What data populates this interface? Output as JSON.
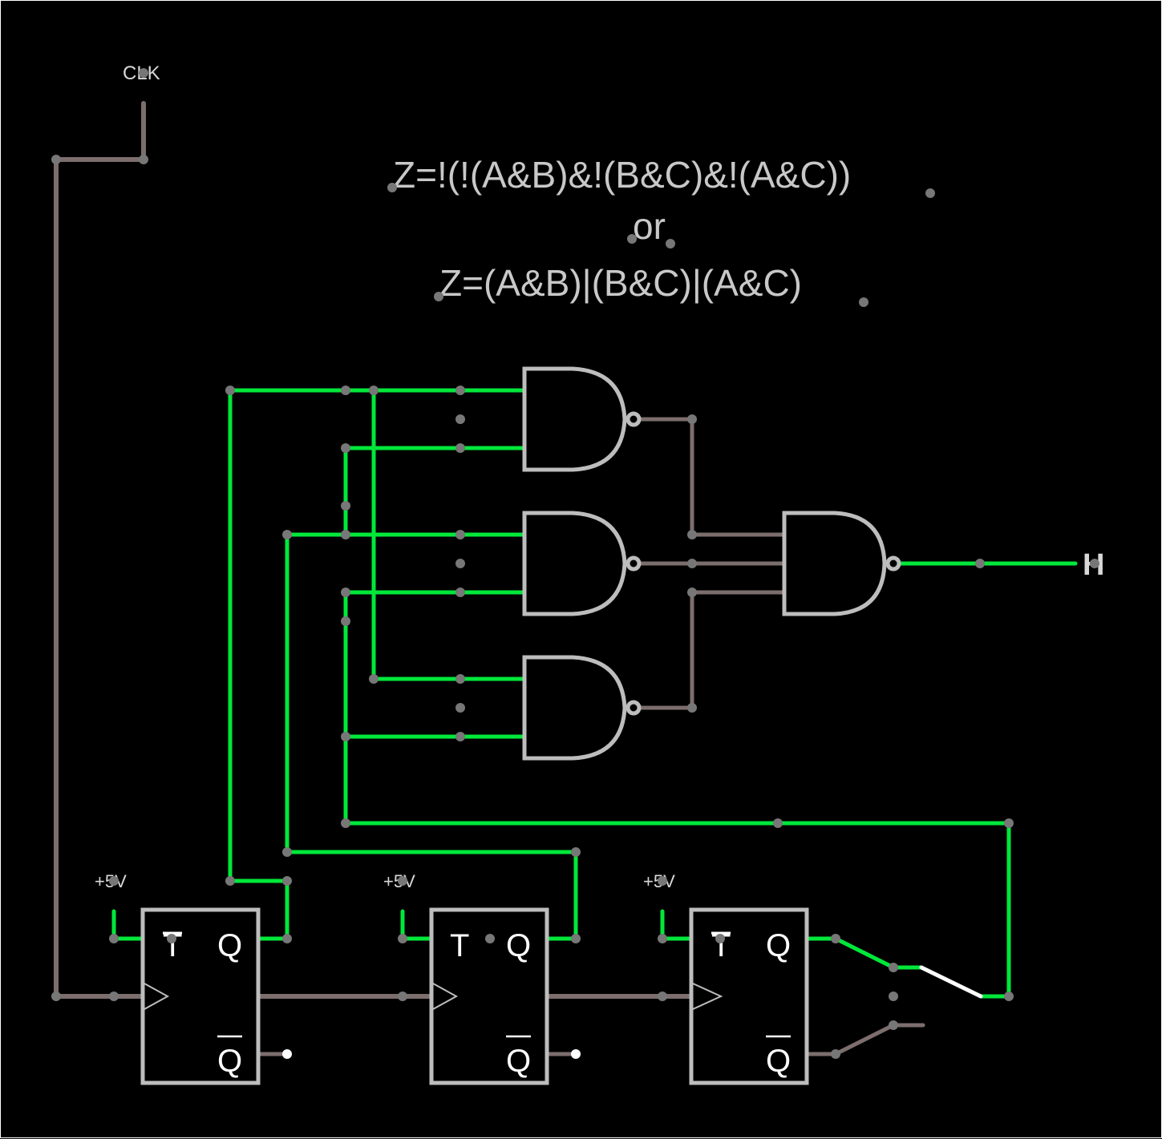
{
  "colors": {
    "background": "#000000",
    "wire_high": "#00e83a",
    "wire_low": "#7d6e6e",
    "component": "#bdbdbd",
    "node": "#777777",
    "label": "#d8d8d8",
    "switch_arm": "#ffffff"
  },
  "clock": {
    "label": "CLK"
  },
  "equations": {
    "line1": "Z=!(!(A&B)&!(B&C)&!(A&C))",
    "line2": "or",
    "line3": "Z=(A&B)|(B&C)|(A&C)"
  },
  "output": {
    "label": "H",
    "state": "high"
  },
  "flip_flops": [
    {
      "name": "ff-1",
      "supply_label": "+5V",
      "t_label": "T",
      "q_label": "Q",
      "qbar_label": "Q"
    },
    {
      "name": "ff-2",
      "supply_label": "+5V",
      "t_label": "T",
      "q_label": "Q",
      "qbar_label": "Q"
    },
    {
      "name": "ff-3",
      "supply_label": "+5V",
      "t_label": "T",
      "q_label": "Q",
      "qbar_label": "Q"
    }
  ],
  "gates": [
    {
      "name": "nand-ab",
      "type": "NAND",
      "inputs": 2
    },
    {
      "name": "nand-bc",
      "type": "NAND",
      "inputs": 2
    },
    {
      "name": "nand-ac",
      "type": "NAND",
      "inputs": 2
    },
    {
      "name": "nand-out",
      "type": "NAND",
      "inputs": 3
    }
  ],
  "switch": {
    "name": "spdt-switch",
    "position": "Q"
  }
}
